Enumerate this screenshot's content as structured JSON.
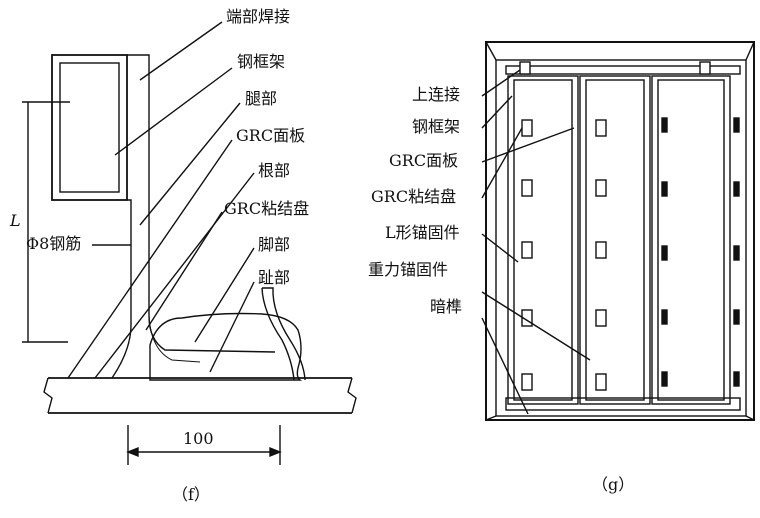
{
  "figure_f": {
    "caption": "（f）",
    "labels": {
      "end_weld": "端部焊接",
      "steel_frame": "钢框架",
      "leg": "腿部",
      "grc_panel": "GRC面板",
      "root": "根部",
      "grc_bond_pad": "GRC粘结盘",
      "foot": "脚部",
      "toe": "趾部",
      "rebar": "Φ8钢筋",
      "length_symbol": "L",
      "dimension": "100"
    }
  },
  "figure_g": {
    "caption": "（g）",
    "labels": {
      "top_connection": "上连接",
      "steel_frame": "钢框架",
      "grc_panel": "GRC面板",
      "grc_bond_pad": "GRC粘结盘",
      "l_anchor": "L形锚固件",
      "gravity_anchor": "重力锚固件",
      "hidden_stud": "暗榫"
    }
  },
  "colors": {
    "line": "#111111",
    "background": "#ffffff"
  }
}
